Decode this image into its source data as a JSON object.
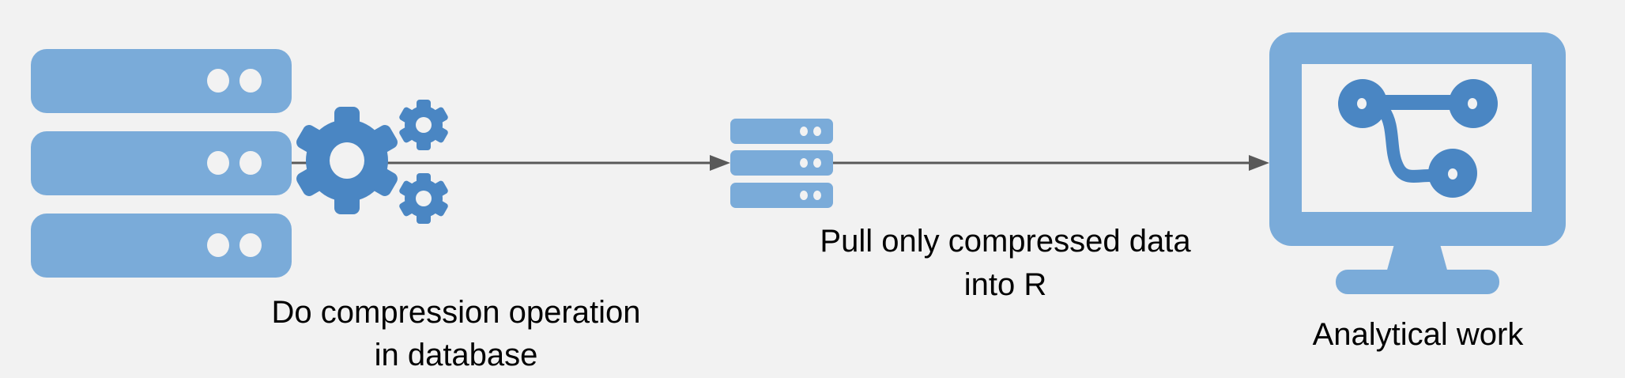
{
  "colors": {
    "background": "#f2f2f2",
    "server_light": "#7aabd9",
    "icon_dark": "#4a86c3",
    "arrow": "#595959",
    "text": "#000000"
  },
  "icons": [
    "database-server-icon",
    "gears-icon",
    "small-server-icon",
    "monitor-icon",
    "git-branch-icon"
  ],
  "labels": {
    "step1_line1": "Do compression operation",
    "step1_line2": "in database",
    "step2_line1": "Pull only compressed data",
    "step2_line2": "into R",
    "step3": "Analytical work"
  }
}
